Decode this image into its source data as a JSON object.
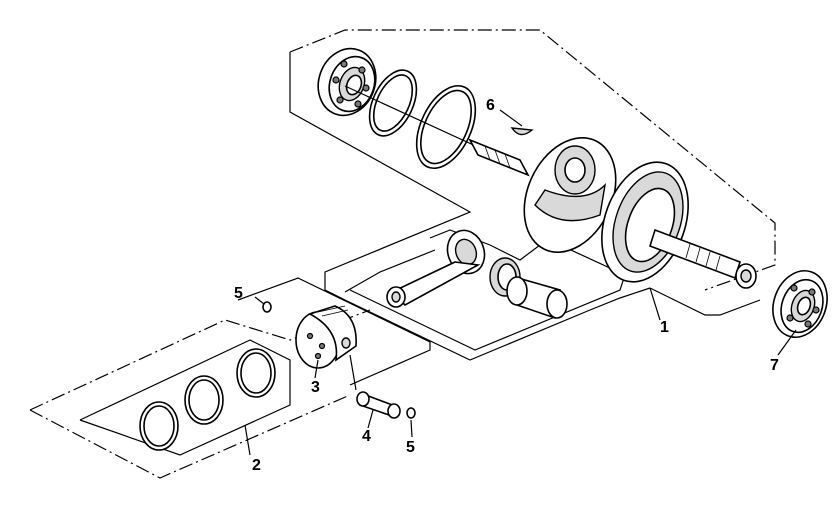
{
  "callouts": {
    "c1": "1",
    "c2": "2",
    "c3": "3",
    "c4": "4",
    "c5a": "5",
    "c5b": "5",
    "c6": "6",
    "c7": "7"
  },
  "colors": {
    "line": "#000000",
    "fill_light": "#d9d9d9",
    "fill_dark": "#7a7a7a",
    "background": "#ffffff"
  }
}
